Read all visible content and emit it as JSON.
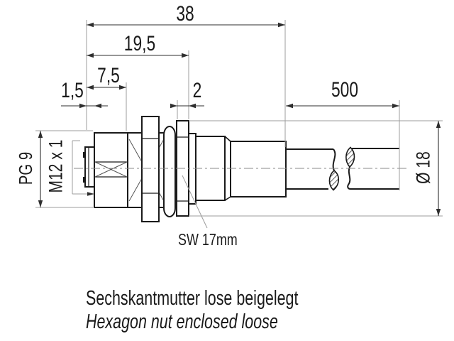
{
  "drawing": {
    "dims": {
      "d38": "38",
      "d19_5": "19,5",
      "d7_5": "7,5",
      "d1_5": "1,5",
      "d2": "2",
      "d500": "500"
    },
    "labels": {
      "pg9": "PG 9",
      "m12": "M12 x 1",
      "dia18": "Ø 18",
      "sw17": "SW 17mm"
    },
    "notes": {
      "de": "Sechskantmutter lose beigelegt",
      "en": "Hexagon nut enclosed loose"
    },
    "colors": {
      "outline": "#1a1a1a",
      "dimension": "#2e2e2e",
      "extension": "#9c9c9c",
      "background": "#ffffff"
    }
  }
}
